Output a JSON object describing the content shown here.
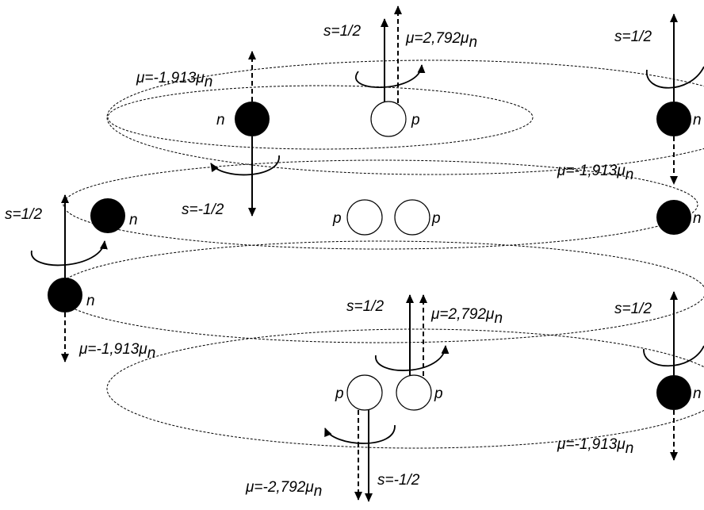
{
  "labels": {
    "s_up": "s=1/2",
    "s_down": "s=-1/2",
    "mu_p": "μ=2,792μ",
    "mu_n": "μ=-1,913μ",
    "mu_p_neg": "μ=-2,792μ",
    "mu_sub": "n",
    "proton": "p",
    "neutron": "n"
  },
  "colors": {
    "line": "#000000",
    "neutron_fill": "#000000",
    "proton_fill": "#ffffff"
  }
}
